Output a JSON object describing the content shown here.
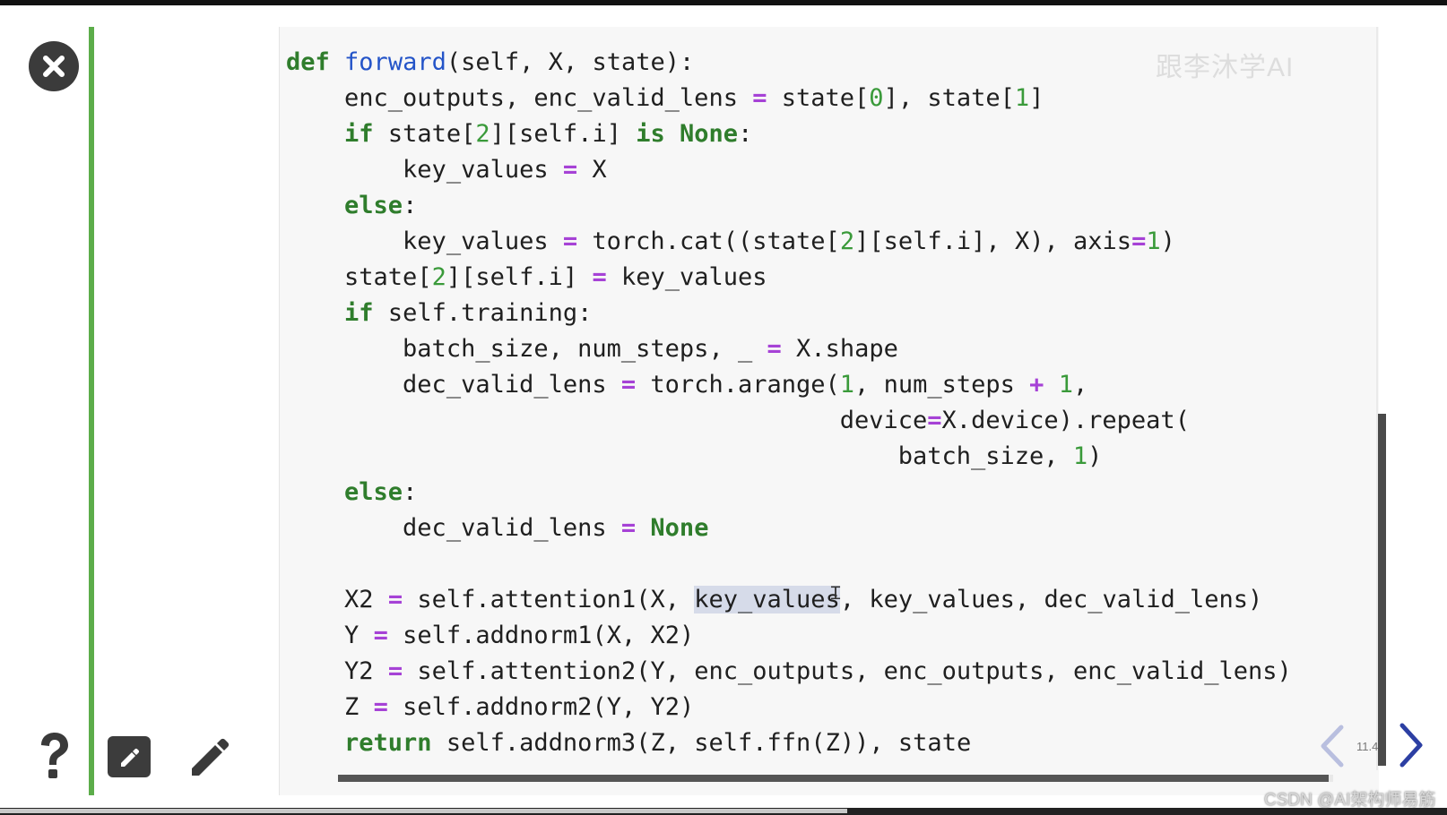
{
  "app": {
    "watermark_top": "跟李沐学AI",
    "watermark_bottom": "CSDN @AI架构师易筋",
    "page_indicator": "11.4"
  },
  "icons": {
    "close": "close-icon",
    "help": "question-mark-icon",
    "edit": "edit-box-icon",
    "pencil": "pencil-icon",
    "prev": "chevron-left-icon",
    "next": "chevron-right-icon"
  },
  "colors": {
    "keyword": "#2f7d2c",
    "function_name": "#2454c8",
    "number": "#3a9a3a",
    "operator": "#a642d6",
    "accent_rule": "#5cad4a",
    "selection": "#d6dbe9"
  },
  "code": {
    "language": "python",
    "selected_token": "key_values",
    "lines": [
      "def forward(self, X, state):",
      "    enc_outputs, enc_valid_lens = state[0], state[1]",
      "    if state[2][self.i] is None:",
      "        key_values = X",
      "    else:",
      "        key_values = torch.cat((state[2][self.i], X), axis=1)",
      "    state[2][self.i] = key_values",
      "    if self.training:",
      "        batch_size, num_steps, _ = X.shape",
      "        dec_valid_lens = torch.arange(1, num_steps + 1,",
      "                                      device=X.device).repeat(",
      "                                          batch_size, 1)",
      "    else:",
      "        dec_valid_lens = None",
      "",
      "    X2 = self.attention1(X, key_values, key_values, dec_valid_lens)",
      "    Y = self.addnorm1(X, X2)",
      "    Y2 = self.attention2(Y, enc_outputs, enc_outputs, enc_valid_lens)",
      "    Z = self.addnorm2(Y, Y2)",
      "    return self.addnorm3(Z, self.ffn(Z)), state"
    ]
  }
}
